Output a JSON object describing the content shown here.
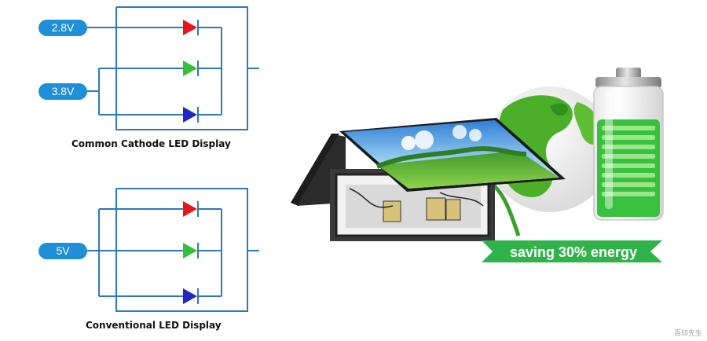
{
  "top_circuit": {
    "label_a": "2.8V",
    "label_b": "3.8V",
    "caption": "Common Cathode LED Display"
  },
  "bottom_circuit": {
    "label": "5V",
    "caption": "Conventional LED Display"
  },
  "banner": {
    "text": "saving 30% energy"
  },
  "watermark": "百印先生",
  "colors": {
    "wire": "#2f77c2",
    "label_bg": "#1f8fd8",
    "led_red": "#e5161e",
    "led_green": "#31c132",
    "led_blue": "#1f28c6",
    "banner": "#2fb34a",
    "battery_green": "#38c13c"
  },
  "icons": [
    "red-led-icon",
    "green-led-icon",
    "blue-led-icon",
    "globe-icon",
    "battery-icon",
    "solar-panel-icon",
    "led-cabinet-icon"
  ]
}
